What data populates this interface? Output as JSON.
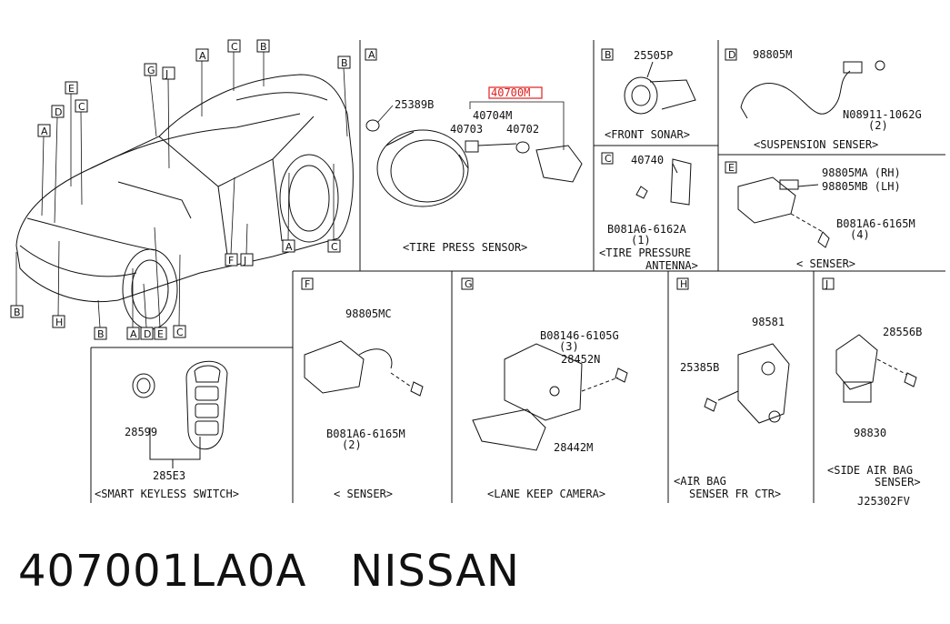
{
  "diagram": {
    "reference_code": "J25302FV",
    "highlight_color": "#e02020",
    "car_callouts": [
      "G",
      "J",
      "A",
      "C",
      "B",
      "B",
      "E",
      "C",
      "D",
      "A",
      "F",
      "J",
      "A",
      "C",
      "B",
      "H",
      "B",
      "A",
      "D",
      "E",
      "C"
    ],
    "panels": {
      "A": {
        "letter": "A",
        "caption": "<TIRE PRESS SENSOR>",
        "parts": [
          "25389B",
          "40700M",
          "40704M",
          "40703",
          "40702"
        ]
      },
      "B": {
        "letter": "B",
        "caption": "<FRONT SONAR>",
        "parts": [
          "25505P"
        ]
      },
      "C": {
        "letter": "C",
        "caption_line1": "<TIRE PRESSURE",
        "caption_line2": "ANTENNA>",
        "parts": [
          "40740"
        ],
        "bolt": "B081A6-6162A",
        "bolt_qty": "(1)"
      },
      "D": {
        "letter": "D",
        "caption": "<SUSPENSION SENSER>",
        "parts": [
          "98805M"
        ],
        "nut": "N08911-1062G",
        "nut_qty": "(2)"
      },
      "E": {
        "letter": "E",
        "caption": "< SENSER>",
        "parts": [
          "98805MA (RH)",
          "98805MB (LH)"
        ],
        "bolt": "B081A6-6165M",
        "bolt_qty": "(4)"
      },
      "F": {
        "letter": "F",
        "caption": "< SENSER>",
        "parts": [
          "98805MC"
        ],
        "bolt": "B081A6-6165M",
        "bolt_qty": "(2)"
      },
      "G": {
        "letter": "G",
        "caption": "<LANE KEEP CAMERA>",
        "parts": [
          "28452N",
          "28442M"
        ],
        "bolt": "B08146-6105G",
        "bolt_qty": "(3)"
      },
      "H": {
        "letter": "H",
        "caption_line1": "<AIR BAG",
        "caption_line2": "SENSER FR CTR>",
        "parts": [
          "98581",
          "25385B"
        ]
      },
      "J": {
        "letter": "J",
        "caption_line1": "<SIDE AIR BAG",
        "caption_line2": "SENSER>",
        "parts": [
          "28556B",
          "98830"
        ]
      },
      "K": {
        "caption": "<SMART KEYLESS SWITCH>",
        "parts": [
          "28599",
          "285E3"
        ]
      }
    }
  },
  "footer": {
    "part_number": "407001LA0A",
    "brand": "NISSAN"
  }
}
